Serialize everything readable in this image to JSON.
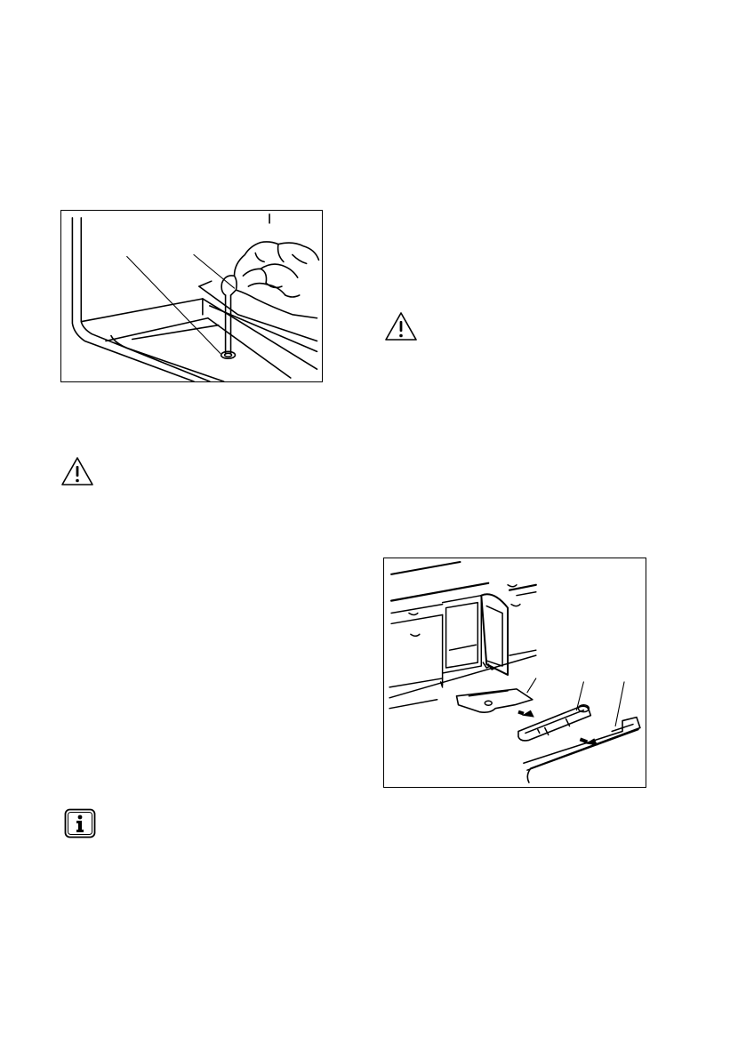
{
  "icons": {
    "warning_1": "warning-triangle-icon",
    "warning_2": "warning-triangle-icon",
    "info": "information-icon"
  },
  "figures": {
    "drain_figure": {
      "callouts": 2
    },
    "filter_figure": {
      "callouts": 3,
      "arrows": 2
    }
  },
  "colors": {
    "ink": "#000000",
    "paper": "#ffffff"
  }
}
